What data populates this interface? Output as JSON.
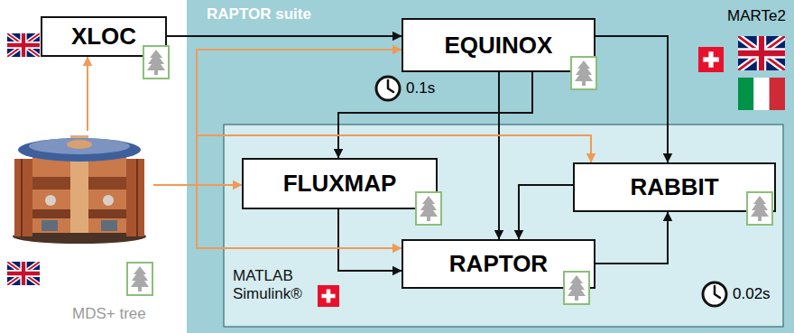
{
  "diagram": {
    "nodes": [
      {
        "text": [
          "XLOC"
        ]
      },
      {
        "text": [
          "MDS+ tree"
        ]
      },
      {
        "text": [
          "RAPTOR suite"
        ]
      },
      {
        "text": [
          "EQUINOX"
        ],
        "in": 2
      },
      {
        "text": [
          "MATLAB Simulink®"
        ],
        "in": 2
      },
      {
        "text": [
          "FLUXMAP"
        ],
        "in": 4
      },
      {
        "text": [
          "RABBIT"
        ],
        "in": 4
      },
      {
        "text": [
          "RAPTOR"
        ],
        "in": 4
      }
    ],
    "edges": [
      {
        "from": 0,
        "to": 3,
        "arrow": "to"
      },
      {
        "from": 3,
        "to": 5,
        "arrow": "to"
      },
      {
        "from": 3,
        "to": 7,
        "arrow": "to"
      },
      {
        "from": 3,
        "to": 6,
        "arrow": "to"
      },
      {
        "from": 5,
        "to": 7,
        "arrow": "to"
      },
      {
        "from": 6,
        "to": 7,
        "arrow": "to"
      },
      {
        "from": 7,
        "to": 6,
        "arrow": "to"
      },
      {
        "from": 1,
        "to": 0,
        "arrow": "to"
      },
      {
        "from": 1,
        "to": 3,
        "arrow": "to"
      },
      {
        "from": 1,
        "to": 5,
        "arrow": "to"
      },
      {
        "from": 1,
        "to": 7,
        "arrow": "to"
      },
      {
        "from": 1,
        "to": 6,
        "arrow": "to"
      }
    ],
    "labels": [
      "MARTe2",
      "0.1s",
      "0.02s"
    ]
  }
}
